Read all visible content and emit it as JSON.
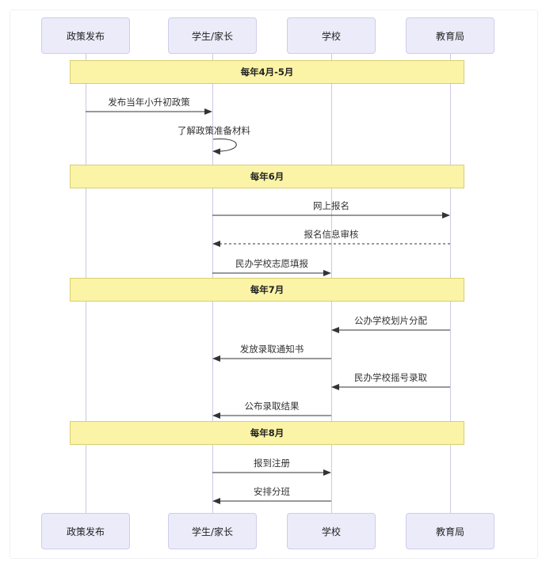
{
  "actors": [
    "政策发布",
    "学生/家长",
    "学校",
    "教育局"
  ],
  "phases": {
    "p1": "每年4月-5月",
    "p2": "每年6月",
    "p3": "每年7月",
    "p4": "每年8月"
  },
  "messages": {
    "m1": "发布当年小升初政策",
    "m2": "了解政策准备材料",
    "m3": "网上报名",
    "m4": "报名信息审核",
    "m5": "民办学校志愿填报",
    "m6": "公办学校划片分配",
    "m7": "发放录取通知书",
    "m8": "民办学校摇号录取",
    "m9": "公布录取结果",
    "m10": "报到注册",
    "m11": "安排分班"
  }
}
